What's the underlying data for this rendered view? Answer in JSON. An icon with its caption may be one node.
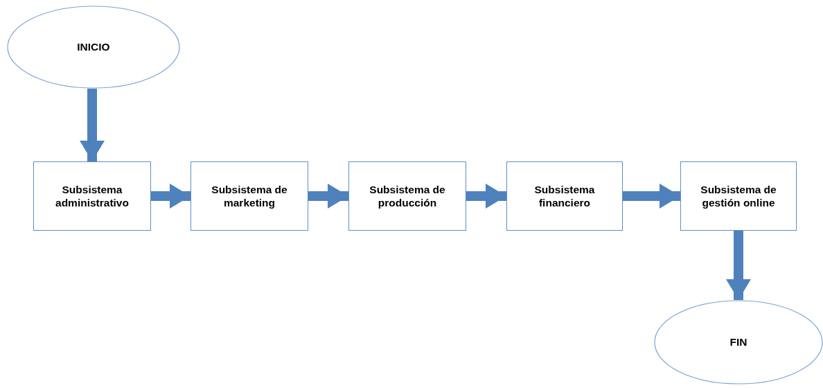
{
  "diagram": {
    "nodes": [
      {
        "text": [
          "INICIO"
        ]
      },
      {
        "text": [
          "Subsistema administrativo"
        ]
      },
      {
        "text": [
          "Subsistema de marketing"
        ]
      },
      {
        "text": [
          "Subsistema de producción"
        ]
      },
      {
        "text": [
          "Subsistema financiero"
        ]
      },
      {
        "text": [
          "Subsistema de gestión online"
        ]
      },
      {
        "text": [
          "FIN"
        ]
      }
    ],
    "edges": [
      {
        "from": 0,
        "to": 1,
        "arrow": "to"
      },
      {
        "from": 1,
        "to": 2,
        "arrow": "to"
      },
      {
        "from": 2,
        "to": 3,
        "arrow": "to"
      },
      {
        "from": 3,
        "to": 4,
        "arrow": "to"
      },
      {
        "from": 4,
        "to": 5,
        "arrow": "to"
      },
      {
        "from": 5,
        "to": 6,
        "arrow": "to"
      }
    ]
  }
}
